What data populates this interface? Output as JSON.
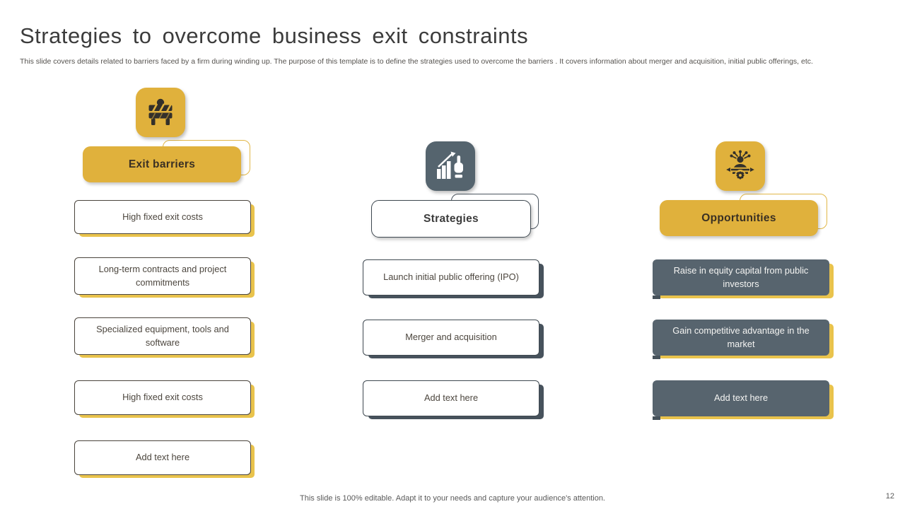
{
  "slide": {
    "title": "Strategies to overcome business exit constraints",
    "subtitle": "This slide covers details related to barriers faced by a firm during winding up. The purpose of this template is to define the strategies used to overcome the barriers . It covers information about merger and acquisition, initial public offerings, etc.",
    "footer": "This slide is 100% editable. Adapt it to your needs and capture your audience's attention.",
    "page_number": "12"
  },
  "colors": {
    "accent_yellow": "#e0b13c",
    "accent_slate": "#57646e",
    "yellow_shadow": "#e9c34c",
    "slate_shadow": "#47525c",
    "glyph_dark": "#33302a",
    "title_text": "#3c3c3c"
  },
  "columns": [
    {
      "id": "exit-barriers",
      "icon": "road-barrier-icon",
      "title": "Exit barriers",
      "items": [
        "High fixed exit costs",
        "Long-term contracts and project commitments",
        "Specialized equipment, tools and software",
        "High fixed exit costs",
        "Add text here"
      ]
    },
    {
      "id": "strategies",
      "icon": "growth-chart-hand-icon",
      "title": "Strategies",
      "items": [
        "Launch initial public offering (IPO)",
        "Merger and acquisition",
        "Add text here"
      ]
    },
    {
      "id": "opportunities",
      "icon": "person-ideas-gear-icon",
      "title": "Opportunities",
      "items": [
        "Raise in equity capital from public investors",
        "Gain competitive advantage in the market",
        "Add text here"
      ]
    }
  ]
}
